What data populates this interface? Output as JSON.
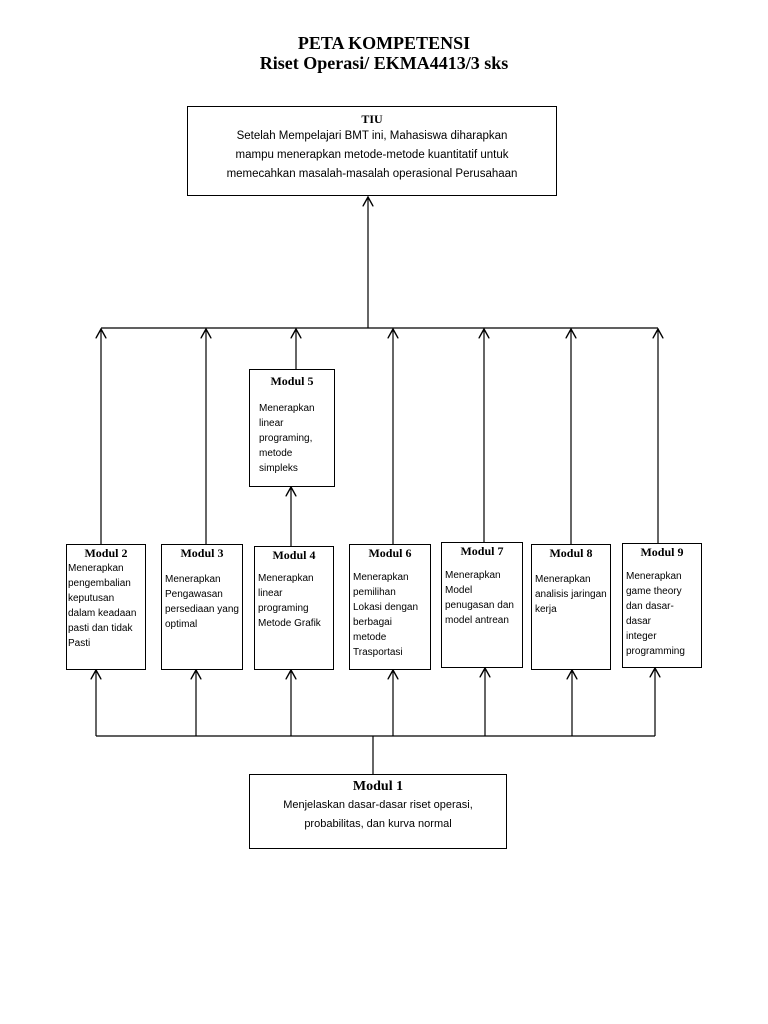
{
  "title": "PETA KOMPETENSI",
  "subtitle": "Riset Operasi/ EKMA4413/3 sks",
  "tiu": {
    "heading": "TIU",
    "text": "Setelah Mempelajari BMT ini, Mahasiswa diharapkan\nmampu menerapkan metode-metode kuantitatif untuk\nmemecahkan masalah-masalah operasional Perusahaan"
  },
  "modul1": {
    "heading": "Modul 1",
    "text": "Menjelaskan dasar-dasar riset operasi,\nprobabilitas, dan kurva normal"
  },
  "modul5": {
    "heading": "Modul 5",
    "text": "Menerapkan\nlinear\nprograming,\nmetode\nsimpleks"
  },
  "modules": [
    {
      "heading": "Modul 2",
      "text": "Menerapkan\npengembalian\nkeputusan\ndalam keadaan\npasti dan tidak\nPasti"
    },
    {
      "heading": "Modul 3",
      "text": "Menerapkan\nPengawasan\npersediaan yang\noptimal"
    },
    {
      "heading": "Modul 4",
      "text": "Menerapkan\nlinear\nprograming\nMetode Grafik"
    },
    {
      "heading": "Modul 6",
      "text": " Menerapkan\npemilihan\nLokasi dengan\nberbagai\nmetode\nTrasportasi"
    },
    {
      "heading": "Modul 7",
      "text": "Menerapkan\nModel\npenugasan dan\nmodel antrean"
    },
    {
      "heading": "Modul 8",
      "text": "Menerapkan\nanalisis jaringan\nkerja"
    },
    {
      "heading": "Modul 9",
      "text": "Menerapkan\ngame theory\ndan dasar-dasar\ninteger\nprogramming"
    }
  ]
}
